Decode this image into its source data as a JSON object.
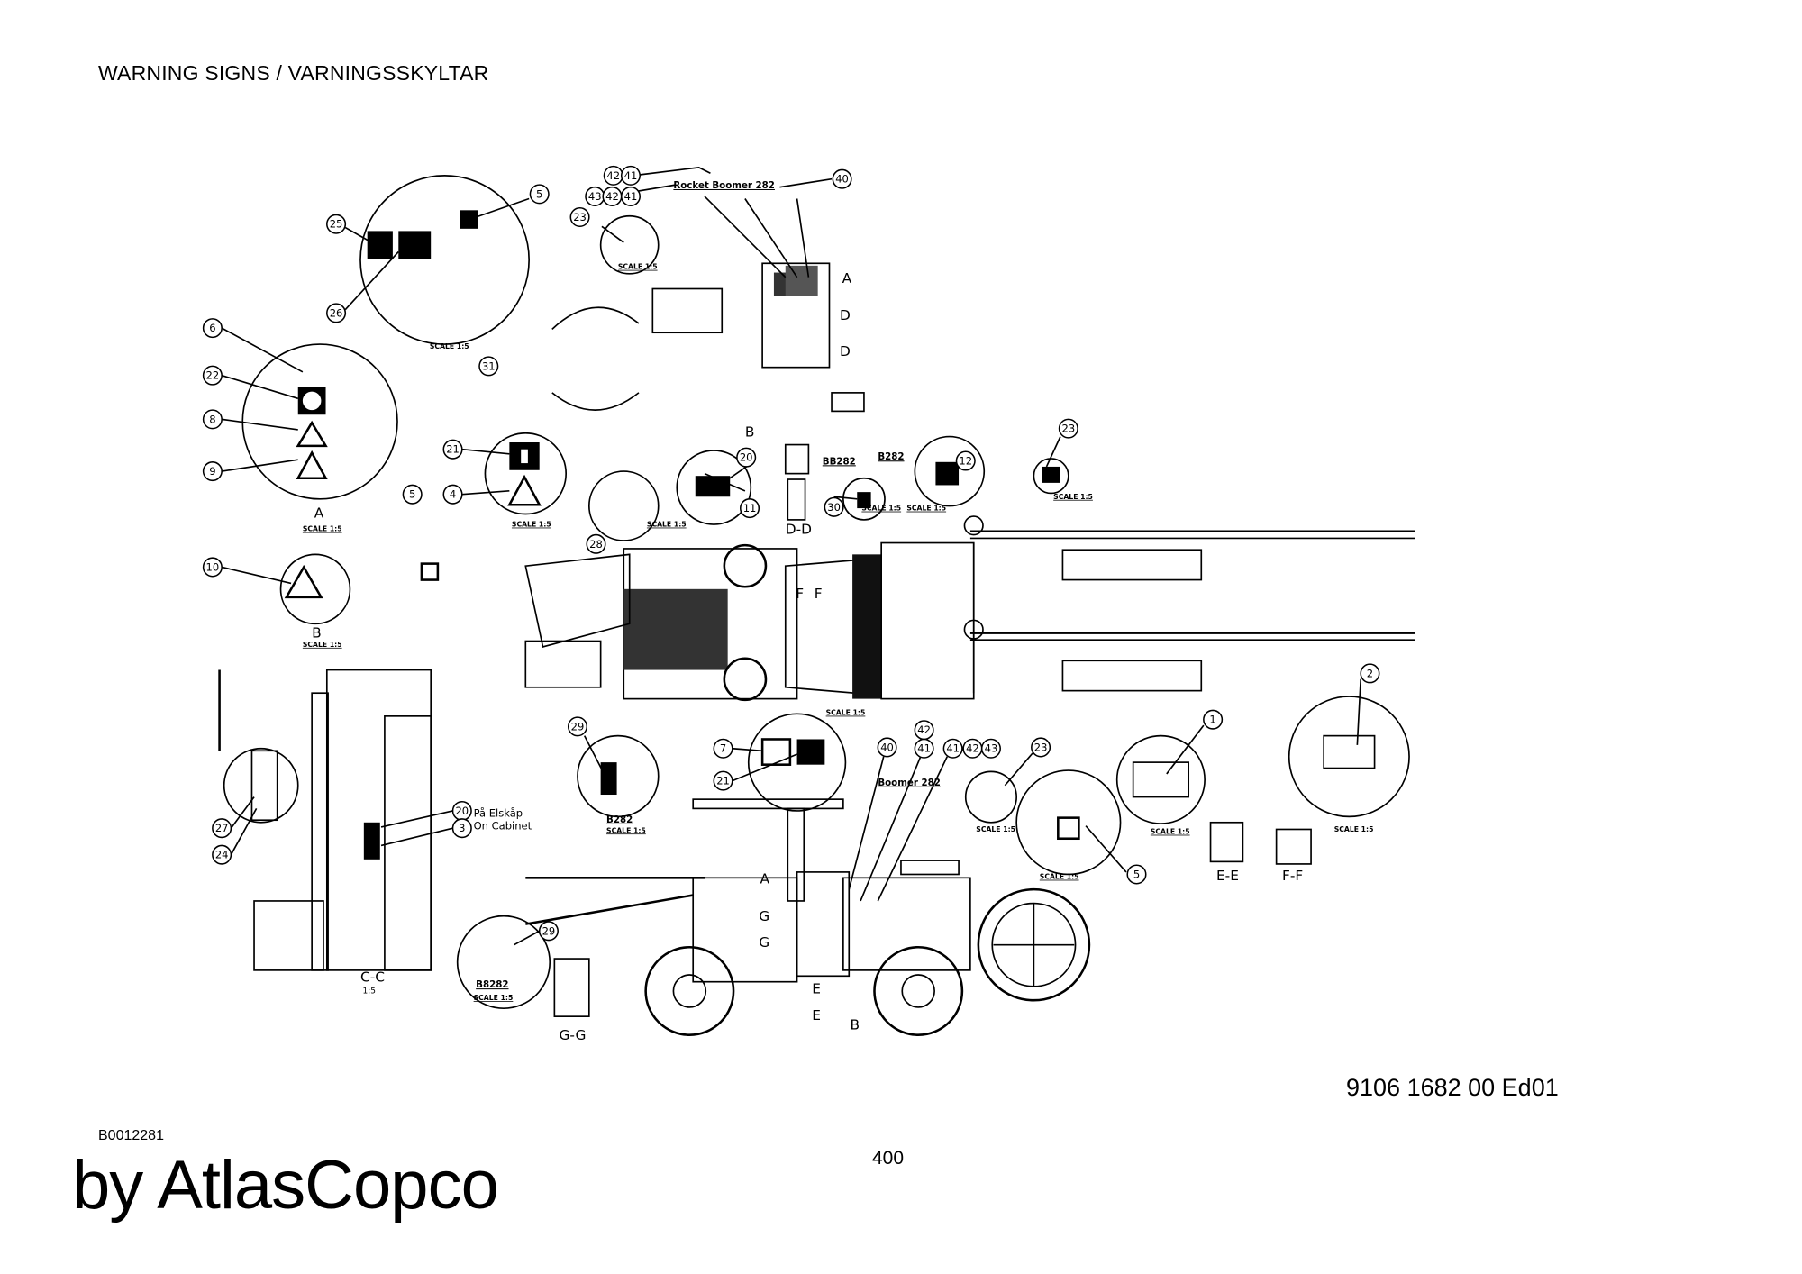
{
  "header": {
    "title": "WARNING SIGNS / VARNINGSSKYLTAR"
  },
  "footer": {
    "document_number": "9106 1682 00  Ed01",
    "image_code": "B0012281",
    "page_number": "400",
    "brand": "by AtlasCopco"
  },
  "drawing": {
    "callouts": [
      "5",
      "25",
      "26",
      "31",
      "23",
      "42",
      "41",
      "43",
      "42",
      "41",
      "40",
      "6",
      "22",
      "8",
      "9",
      "21",
      "4",
      "5",
      "10",
      "28",
      "20",
      "11",
      "30",
      "12",
      "23",
      "2",
      "1",
      "29",
      "7",
      "21",
      "40",
      "42",
      "41",
      "41",
      "42",
      "43",
      "23",
      "5",
      "20",
      "3",
      "27",
      "24",
      "29"
    ],
    "scale_label": "SCALE 1:5",
    "section_labels": {
      "a": "A",
      "b": "B",
      "cc": "C-C",
      "cc_scale": "1:5",
      "dd": "D-D",
      "ee": "E-E",
      "ff": "F-F",
      "gg": "G-G",
      "d": "D",
      "e": "E",
      "f": "F",
      "g": "G"
    },
    "decal_texts": {
      "rocket_boomer": "Rocket Boomer 282",
      "boomer": "Boomer 282",
      "b8282": "B8282",
      "b282": "B282",
      "bb282": "BB282",
      "on_cabinet_sv": "På Elskåp",
      "on_cabinet_en": "On Cabinet"
    }
  }
}
